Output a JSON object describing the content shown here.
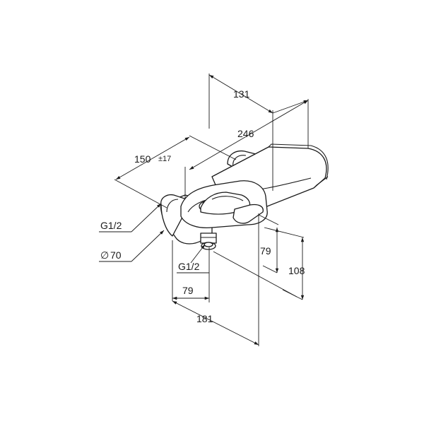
{
  "drawing": {
    "dimensions": {
      "width_top": "131",
      "overall_length": "246",
      "wall_distance": "150",
      "wall_tolerance": "±17",
      "inlet_thread": "G1/2",
      "rosette_diameter": "70",
      "outlet_thread": "G1/2",
      "height_outlet": "79",
      "height_total": "108",
      "depth_outlet": "79",
      "depth_total": "181"
    },
    "diameter_symbol": "∅"
  }
}
